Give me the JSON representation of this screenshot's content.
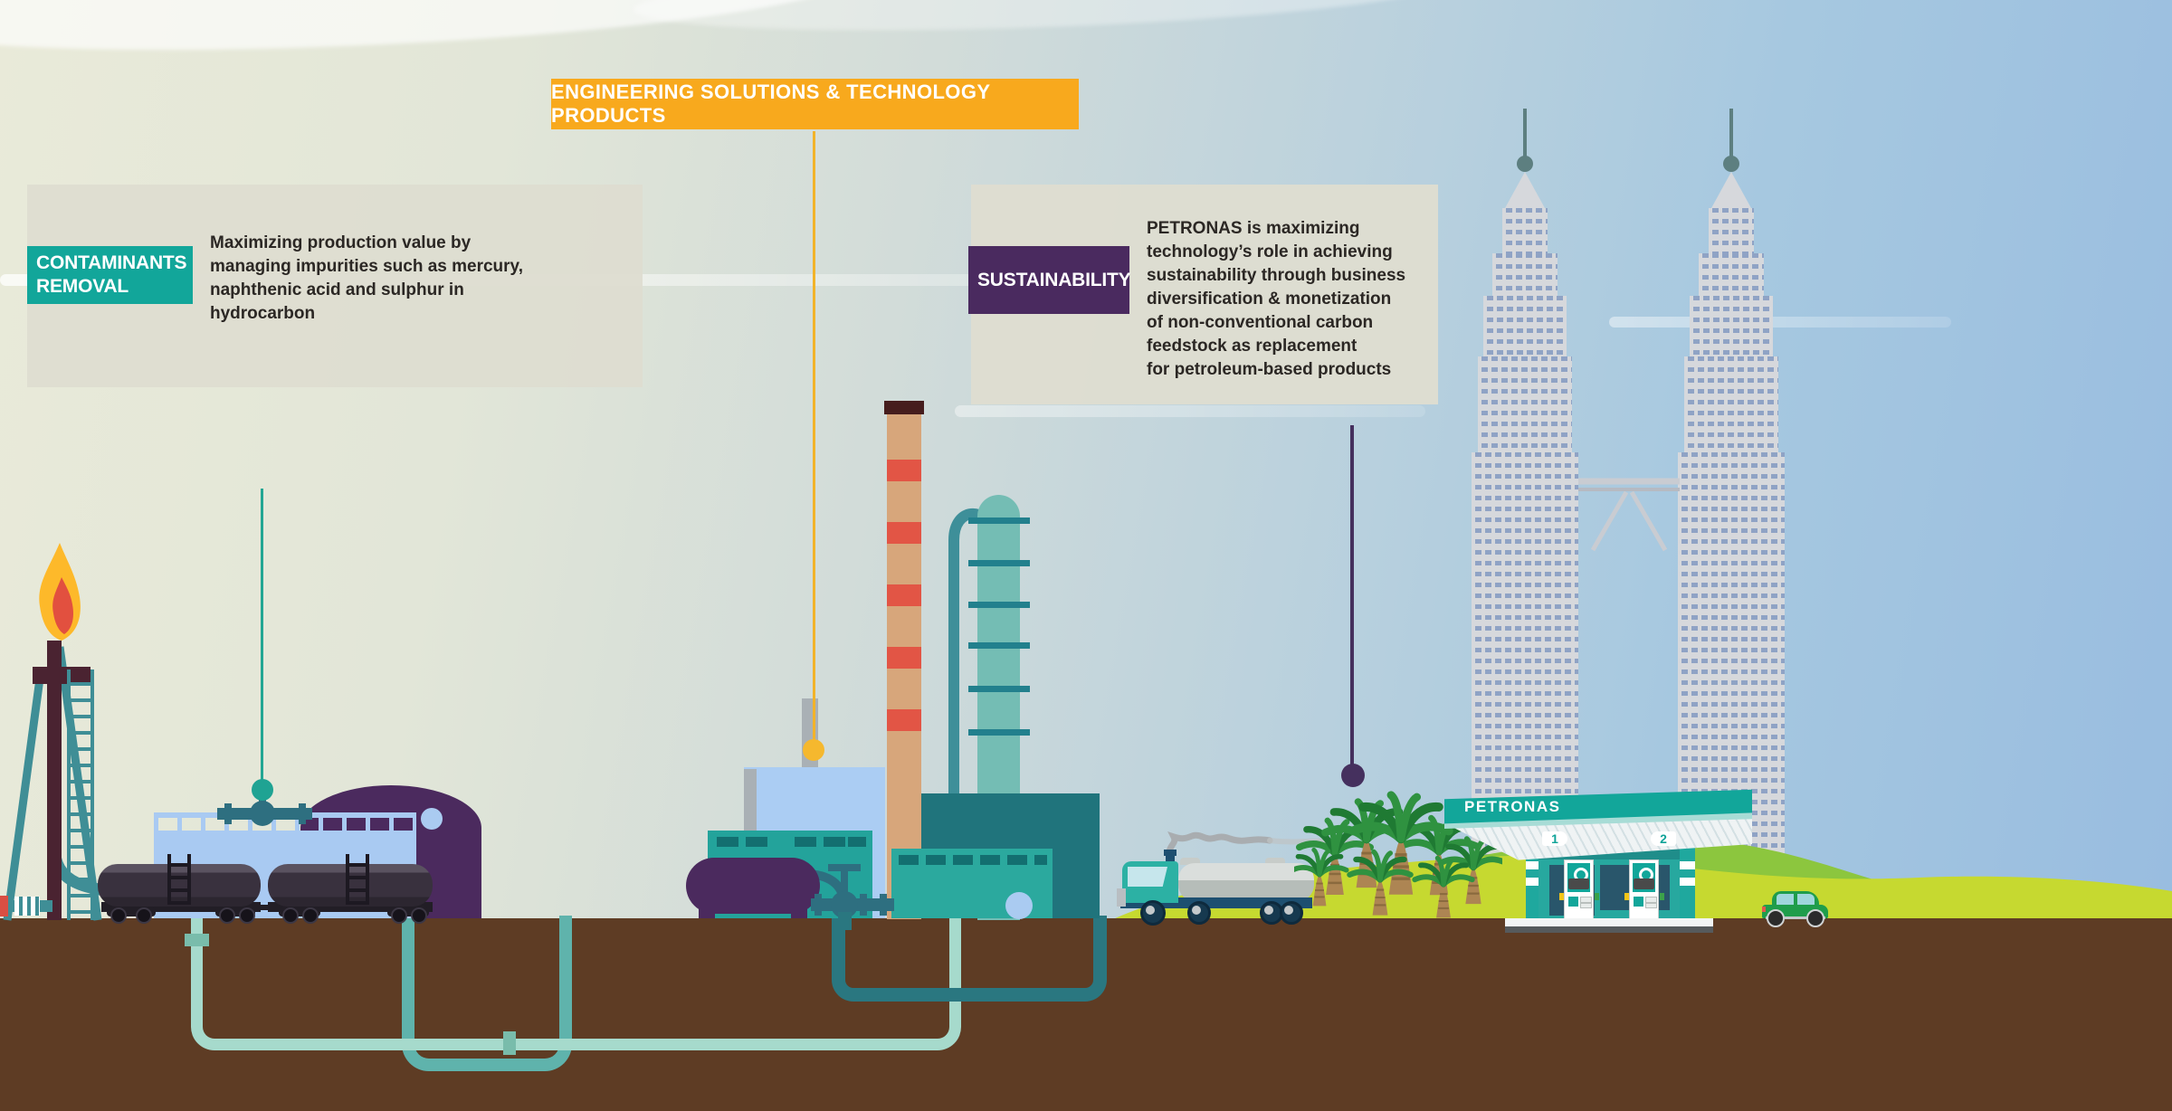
{
  "banner": {
    "label": "ENGINEERING SOLUTIONS & TECHNOLOGY PRODUCTS"
  },
  "callouts": {
    "contaminants": {
      "tag": "CONTAMINANTS\nREMOVAL",
      "body": "Maximizing production value by\nmanaging impurities such as mercury,\nnaphthenic acid and sulphur in\nhydrocarbon"
    },
    "sustainability": {
      "tag": "SUSTAINABILITY",
      "body": "PETRONAS is maximizing\ntechnology’s role in achieving\nsustainability through business\ndiversification & monetization\nof non-conventional carbon\nfeedstock as replacement\nfor petroleum-based products"
    }
  },
  "station": {
    "sign": "PETRONAS",
    "pump_numbers": [
      "1",
      "2"
    ]
  },
  "icons": [
    "gas-flare-icon",
    "flame-icon",
    "tanker-train-icon",
    "storage-tank-icon",
    "refinery-chimney-icon",
    "distillation-column-icon",
    "tanker-truck-icon",
    "palm-trees-icon",
    "petrol-station-icon",
    "fuel-pump-icon",
    "twin-towers-icon",
    "car-icon",
    "underground-pipes-icon"
  ],
  "palette": {
    "banner_orange": "#F8A91D",
    "contaminants_teal": "#12A69A",
    "sustainability_purple": "#4A2A5F",
    "sky_blue": "#98BCE0",
    "sky_sage": "#E9EAD9",
    "ground_brown": "#5E3C24",
    "grass_bright": "#C6D930",
    "grass_dark": "#8CC63E",
    "leader_teal": "#1FA393",
    "leader_yellow": "#F2B32A",
    "leader_purple": "#45305E",
    "station_teal": "#00A79B"
  }
}
